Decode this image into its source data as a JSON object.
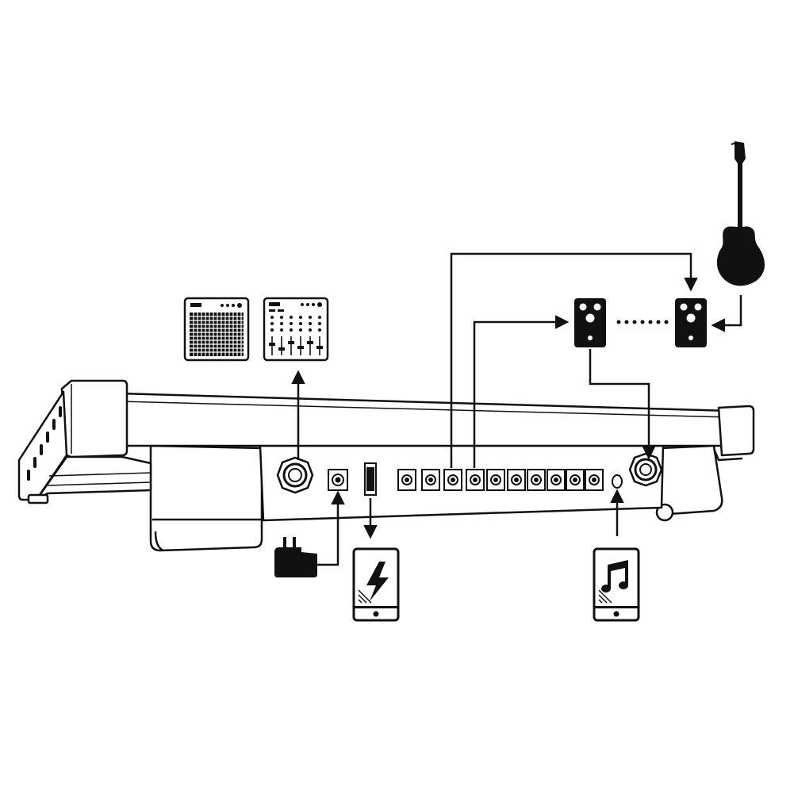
{
  "diagram": {
    "stroke_color": "#111111",
    "fill_color": "#ffffff",
    "components": [
      {
        "id": "pedalboard",
        "icon": "pedalboard-icon"
      },
      {
        "id": "amplifier",
        "icon": "amplifier-icon"
      },
      {
        "id": "mixer",
        "icon": "mixer-icon"
      },
      {
        "id": "effect-pedal-1",
        "icon": "effect-pedal-icon"
      },
      {
        "id": "effect-pedal-2",
        "icon": "effect-pedal-icon"
      },
      {
        "id": "guitar",
        "icon": "electric-guitar-icon"
      },
      {
        "id": "power-adapter",
        "icon": "power-adapter-icon"
      },
      {
        "id": "phone-charging",
        "icon": "phone-charging-icon"
      },
      {
        "id": "phone-music",
        "icon": "phone-music-icon"
      }
    ],
    "ports": {
      "output_jack": "large-jack-icon",
      "dc_input": "dc-input-icon",
      "usb_port": "usb-port-icon",
      "dc_outputs": 10,
      "aux_input": "aux-input-icon",
      "input_jack": "large-jack-icon"
    }
  }
}
